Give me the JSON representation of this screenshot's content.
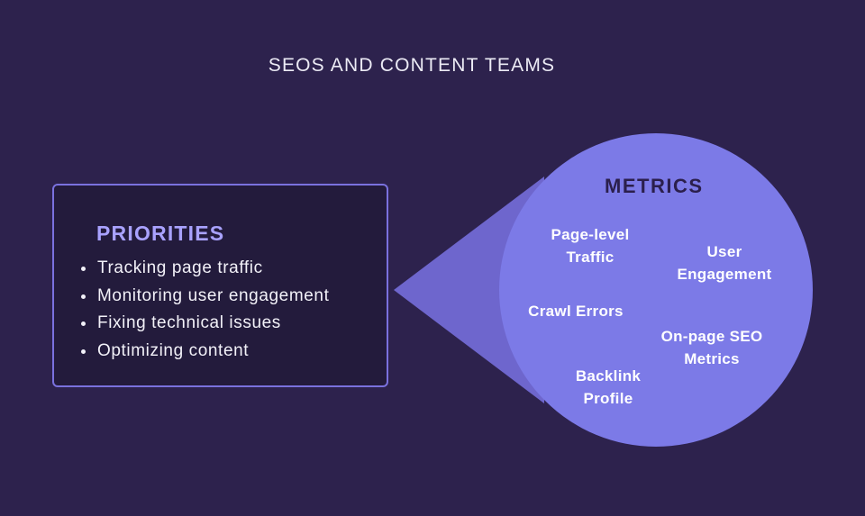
{
  "title": "SEOS AND CONTENT TEAMS",
  "priorities": {
    "heading": "PRIORITIES",
    "items": [
      "Tracking page traffic",
      "Monitoring user engagement",
      "Fixing technical issues",
      "Optimizing content"
    ]
  },
  "metrics": {
    "heading": "METRICS",
    "items": [
      {
        "line1": "Page-level",
        "line2": "Traffic"
      },
      {
        "line1": "User",
        "line2": "Engagement"
      },
      {
        "line1": "Crawl Errors",
        "line2": ""
      },
      {
        "line1": "On-page SEO",
        "line2": "Metrics"
      },
      {
        "line1": "Backlink",
        "line2": "Profile"
      }
    ]
  },
  "colors": {
    "background": "#2d224d",
    "box_fill": "#231b3c",
    "box_border": "#7a71de",
    "accent_text": "#a9a2ff",
    "circle_fill": "#7c7ae7",
    "cone_fill": "#6e66cd"
  }
}
